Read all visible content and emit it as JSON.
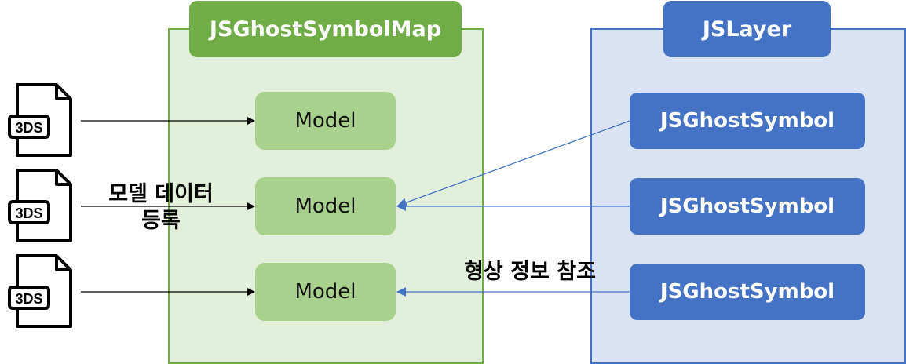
{
  "left_panel": {
    "title": "JSGhostSymbolMap",
    "models": [
      "Model",
      "Model",
      "Model"
    ]
  },
  "right_panel": {
    "title": "JSLayer",
    "symbols": [
      "JSGhostSymbol",
      "JSGhostSymbol",
      "JSGhostSymbol"
    ]
  },
  "files": [
    {
      "label": "3DS"
    },
    {
      "label": "3DS"
    },
    {
      "label": "3DS"
    }
  ],
  "annotations": {
    "register": [
      "모델 데이터",
      "등록"
    ],
    "reference": "형상 정보 참조"
  },
  "colors": {
    "green_dark": "#70ad47",
    "green_light": "#a9d18e",
    "green_bg": "#e2efda",
    "blue_dark": "#4472c4",
    "blue_bg": "#dae3f3"
  }
}
